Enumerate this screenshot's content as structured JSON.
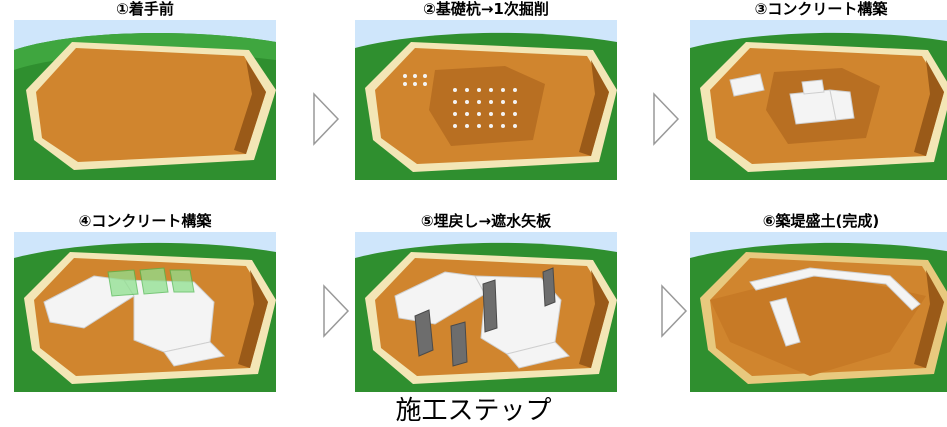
{
  "steps": [
    {
      "label": "①着手前"
    },
    {
      "label": "②基礎杭→1次掘削"
    },
    {
      "label": "③コンクリート構築"
    },
    {
      "label": "④コンクリート構築"
    },
    {
      "label": "⑤埋戻し→遮水矢板"
    },
    {
      "label": "⑥築堤盛土(完成)"
    }
  ],
  "caption": "施工ステップ",
  "colors": {
    "sky": "#cfe6fb",
    "grass": "#2f8f2f",
    "earth": "#d0852e",
    "earth_dark": "#9a5a18",
    "berm": "#f3e6b6",
    "concrete": "#f4f4f4",
    "sheet_pile": "#6d6d6d"
  }
}
